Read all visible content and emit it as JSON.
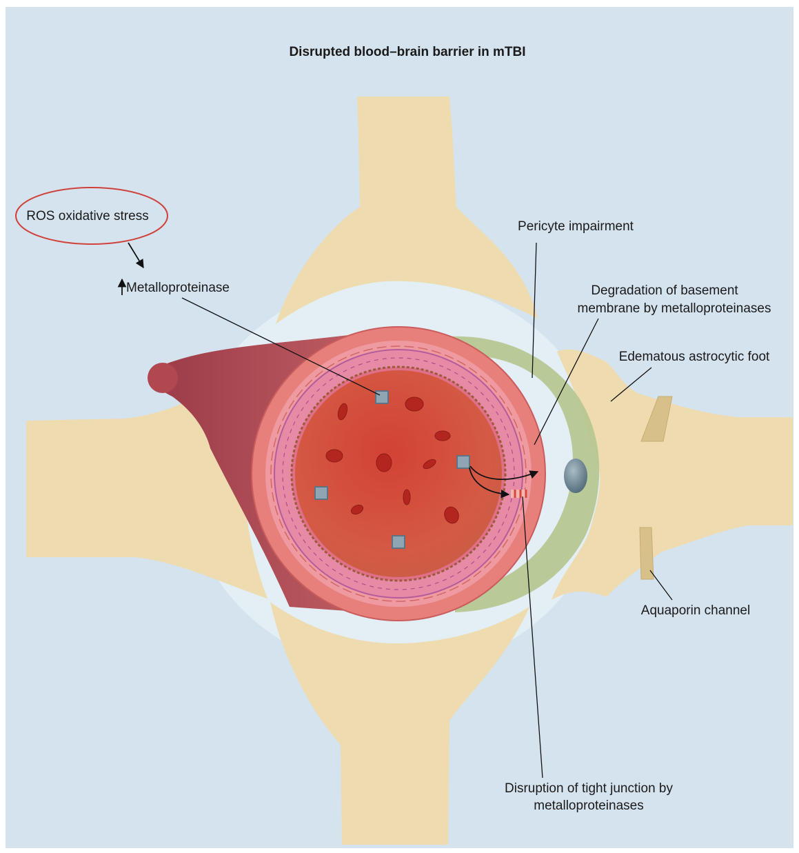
{
  "title": "Disrupted blood–brain barrier in mTBI",
  "labels": {
    "ros": "ROS oxidative stress",
    "metallo_arrow": "↑",
    "metallo": "Metalloproteinase",
    "pericyte": "Pericyte impairment",
    "basement_1": "Degradation of basement",
    "basement_2": "membrane by metalloproteinases",
    "astro": "Edematous astrocytic foot",
    "aquaporin": "Aquaporin channel",
    "tight_1": "Disruption of tight junction by",
    "tight_2": "metalloproteinases"
  },
  "colors": {
    "background": "#d5e3ee",
    "astrocyte": "#eedcb0",
    "vessel_outer": "#e77f7b",
    "vessel_pink": "#e68aa6",
    "lumen": "#cf4a3c",
    "red_cell": "#b3261f",
    "pericyte": "#b7c692",
    "ros_oval": "#d0413a",
    "mmp_square": "#8fa5b3"
  }
}
